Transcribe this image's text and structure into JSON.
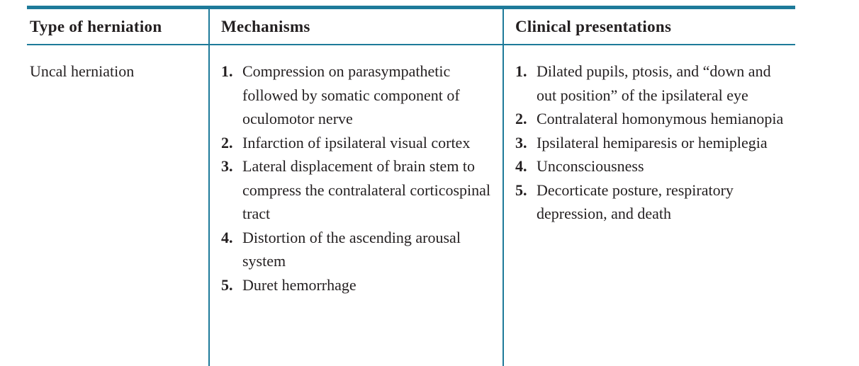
{
  "colors": {
    "accent": "#1e7a9a",
    "text": "#231f20",
    "background": "#ffffff"
  },
  "table": {
    "columns": [
      {
        "header": "Type of herniation"
      },
      {
        "header": "Mechanisms"
      },
      {
        "header": "Clinical presentations"
      }
    ],
    "row": {
      "type": "Uncal herniation",
      "mechanisms": [
        {
          "num": "1.",
          "text": "Compression on parasympathetic followed by somatic component of oculomotor nerve"
        },
        {
          "num": "2.",
          "text": "Infarction of ipsilateral visual cortex"
        },
        {
          "num": "3.",
          "text": "Lateral displacement of brain stem to compress the contralateral corticospinal tract"
        },
        {
          "num": "4.",
          "text": "Distortion of the ascending arousal system"
        },
        {
          "num": "5.",
          "text": "Duret hemorrhage"
        }
      ],
      "clinical_presentations": [
        {
          "num": "1.",
          "text": "Dilated pupils, ptosis, and “down and out position” of the ipsilateral eye"
        },
        {
          "num": "2.",
          "text": "Contralateral homonymous hemianopia"
        },
        {
          "num": "3.",
          "text": "Ipsilateral hemiparesis or hemiplegia"
        },
        {
          "num": "4.",
          "text": "Unconsciousness"
        },
        {
          "num": "5.",
          "text": "Decorticate posture, respiratory depression, and death"
        }
      ]
    }
  }
}
